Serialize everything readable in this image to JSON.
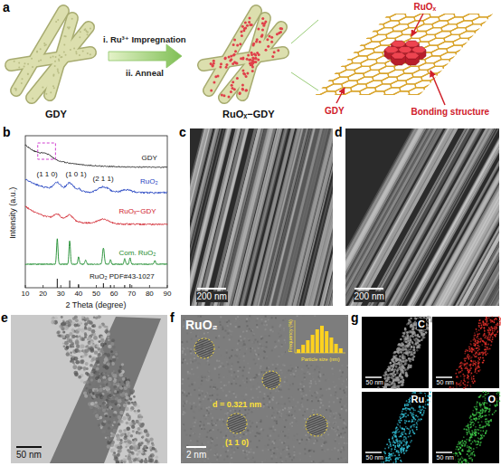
{
  "diagram": {
    "nodes": [
      {
        "text": [
          "a"
        ]
      },
      {
        "text": [
          "b"
        ]
      },
      {
        "text": [
          "c",
          "200 nm"
        ]
      },
      {
        "text": [
          "d",
          "200 nm"
        ]
      },
      {
        "text": [
          "e",
          "50 nm"
        ]
      },
      {
        "text": [
          "f",
          "RuO₂",
          "d = 0.321 nm",
          "(1 1 0)",
          "2 nm"
        ]
      },
      {
        "text": [
          "g"
        ]
      },
      {
        "text": [
          "50 nm"
        ],
        "in": 6
      },
      {
        "text": [
          "C",
          "50 nm"
        ],
        "in": 6
      },
      {
        "text": [
          "Ru",
          "50 nm"
        ],
        "in": 6
      },
      {
        "text": [
          "O",
          "50 nm"
        ],
        "in": 6
      },
      {
        "text": [
          "Frequency (%)",
          "Particle size (nm)"
        ],
        "in": 5
      }
    ],
    "labels": [
      "GDY",
      "i. Ru³⁺ Impregnation",
      "ii. Anneal",
      "RuOₓ−GDY",
      "RuOₓ",
      "GDY",
      "Bonding structure",
      "Intensity (a.u.)",
      "2 Theta (degree)",
      "10",
      "20",
      "30",
      "40",
      "50",
      "60",
      "70",
      "80",
      "90",
      "GDY",
      "RuO₂",
      "RuOₓ−GDY",
      "Com. RuO₂",
      "RuO₂ PDF#43-1027",
      "(1 1 0)",
      "(1 0 1)",
      "(2 1 1)"
    ]
  }
}
